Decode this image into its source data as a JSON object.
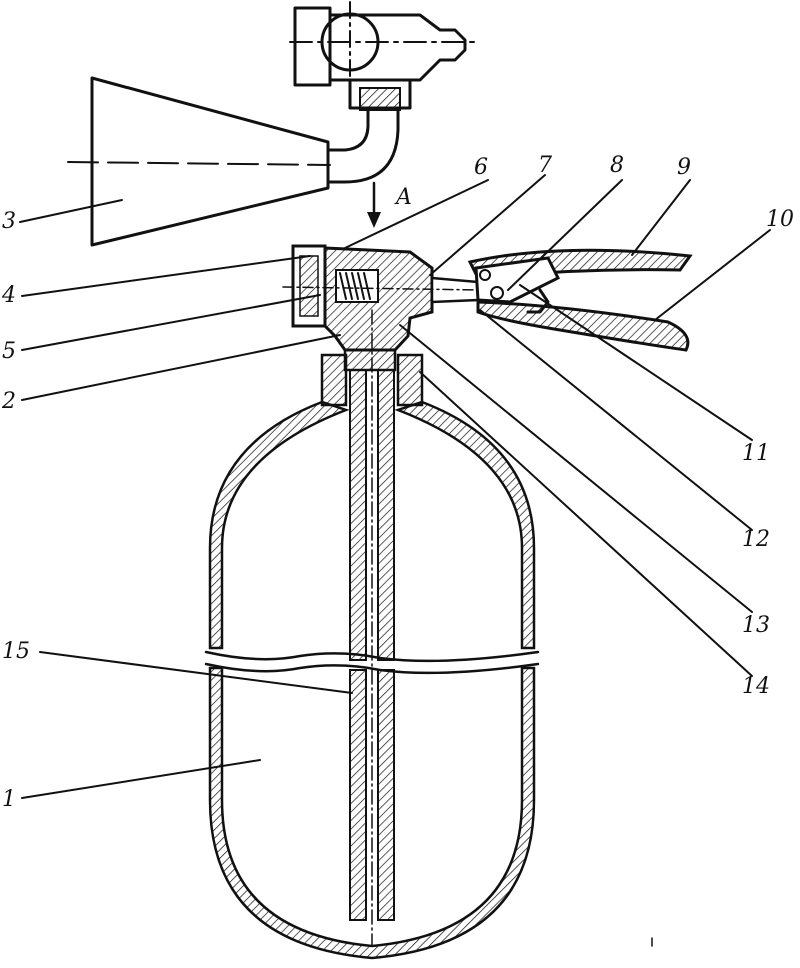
{
  "arrow_label": "A",
  "callouts": [
    {
      "id": "1",
      "text": "1"
    },
    {
      "id": "2",
      "text": "2"
    },
    {
      "id": "3",
      "text": "3"
    },
    {
      "id": "4",
      "text": "4"
    },
    {
      "id": "5",
      "text": "5"
    },
    {
      "id": "6",
      "text": "6"
    },
    {
      "id": "7",
      "text": "7"
    },
    {
      "id": "8",
      "text": "8"
    },
    {
      "id": "9",
      "text": "9"
    },
    {
      "id": "10",
      "text": "10"
    },
    {
      "id": "11",
      "text": "11"
    },
    {
      "id": "12",
      "text": "12"
    },
    {
      "id": "13",
      "text": "13"
    },
    {
      "id": "14",
      "text": "14"
    },
    {
      "id": "15",
      "text": "15"
    }
  ],
  "colors": {
    "ink": "#111111",
    "background": "#ffffff"
  }
}
